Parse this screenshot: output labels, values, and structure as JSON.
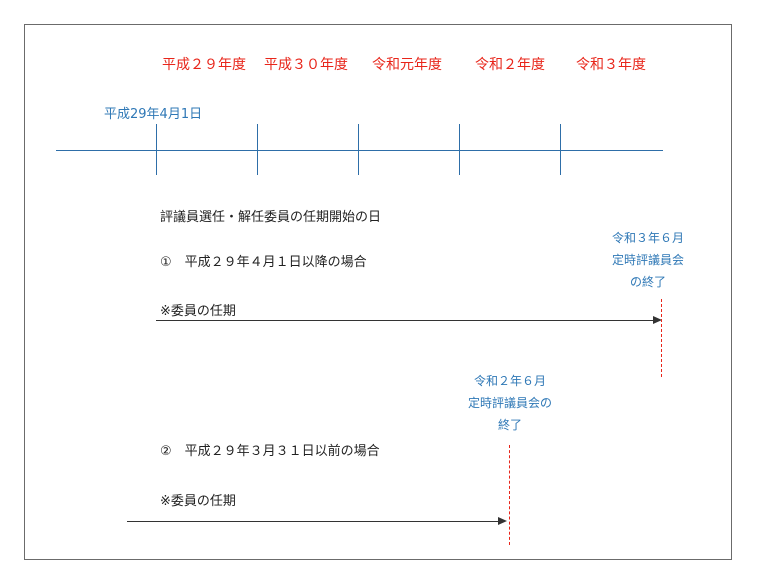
{
  "timeline": {
    "fiscal_years": [
      "平成２９年度",
      "平成３０年度",
      "令和元年度",
      "令和２年度",
      "令和３年度"
    ],
    "start_label": "平成29年4月1日"
  },
  "section_title": "評議員選任・解任委員の任期開始の日",
  "case1": {
    "label": "①　平成２９年４月１日以降の場合",
    "term_label": "※委員の任期",
    "end_note": [
      "令和３年６月",
      "定時評議員会",
      "の終了"
    ]
  },
  "case2": {
    "label": "②　平成２９年３月３１日以前の場合",
    "term_label": "※委員の任期",
    "end_note": [
      "令和２年６月",
      "定時評議員会の",
      "終了"
    ]
  },
  "colors": {
    "year_label": "#e8251a",
    "timeline": "#2e6ea8",
    "note": "#2f78b6",
    "dashed_marker": "#e8251a"
  }
}
